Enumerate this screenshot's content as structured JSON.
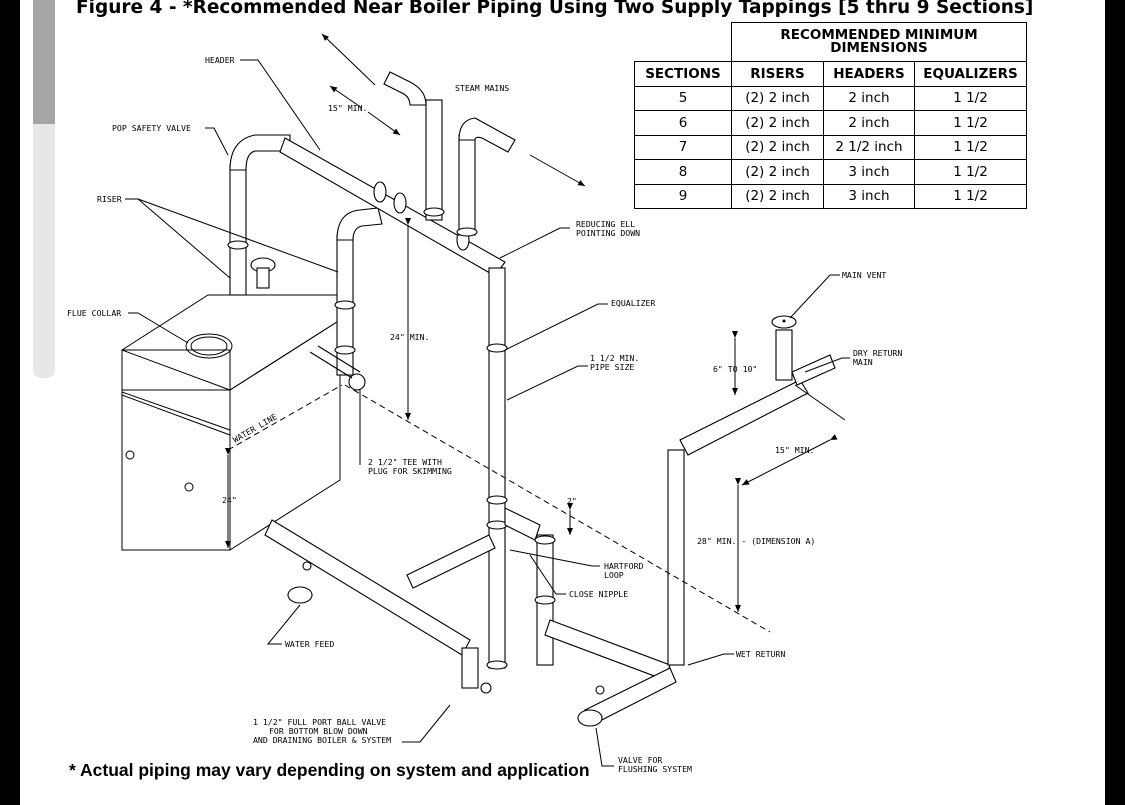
{
  "figure_title": "Figure 4 - *Recommended Near Boiler Piping Using Two Supply Tappings [5 thru 9 Sections]",
  "footnote": "* Actual piping may vary depending on system and application",
  "table": {
    "caption": "RECOMMENDED MINIMUM DIMENSIONS",
    "headers": [
      "SECTIONS",
      "RISERS",
      "HEADERS",
      "EQUALIZERS"
    ],
    "rows": [
      [
        "5",
        "(2) 2 inch",
        "2 inch",
        "1 1/2"
      ],
      [
        "6",
        "(2) 2 inch",
        "2 inch",
        "1 1/2"
      ],
      [
        "7",
        "(2) 2 inch",
        "2 1/2 inch",
        "1 1/2"
      ],
      [
        "8",
        "(2) 2 inch",
        "3 inch",
        "1 1/2"
      ],
      [
        "9",
        "(2) 2 inch",
        "3 inch",
        "1 1/2"
      ]
    ]
  },
  "labels": {
    "header": "HEADER",
    "steam_mains": "STEAM MAINS",
    "min_15_top": "15\" MIN.",
    "pop_safety_valve": "POP SAFETY VALVE",
    "riser": "RISER",
    "reducing_ell_1": "REDUCING ELL",
    "reducing_ell_2": "POINTING DOWN",
    "equalizer": "EQUALIZER",
    "flue_collar": "FLUE COLLAR",
    "min_24": "24\" MIN.",
    "pipe_size_1": "1 1/2 MIN.",
    "pipe_size_2": "PIPE SIZE",
    "main_vent": "MAIN VENT",
    "six_to_ten": "6\" TO 10\"",
    "dry_return_1": "DRY RETURN",
    "dry_return_2": "MAIN",
    "water_line": "WATER LINE",
    "tee_1": "2 1/2\" TEE WITH",
    "tee_2": "PLUG FOR SKIMMING",
    "min_15_right": "15\" MIN.",
    "dim_24": "24\"",
    "dim_2": "2\"",
    "dim_a": "28\" MIN. - (DIMENSION A)",
    "hartford_1": "HARTFORD",
    "hartford_2": "LOOP",
    "close_nipple": "CLOSE NIPPLE",
    "water_feed": "WATER FEED",
    "wet_return": "WET RETURN",
    "ball_valve_1": "1 1/2\" FULL PORT BALL VALVE",
    "ball_valve_2": "FOR BOTTOM BLOW DOWN",
    "ball_valve_3": "AND DRAINING BOILER & SYSTEM",
    "flush_1": "VALVE FOR",
    "flush_2": "FLUSHING SYSTEM"
  }
}
